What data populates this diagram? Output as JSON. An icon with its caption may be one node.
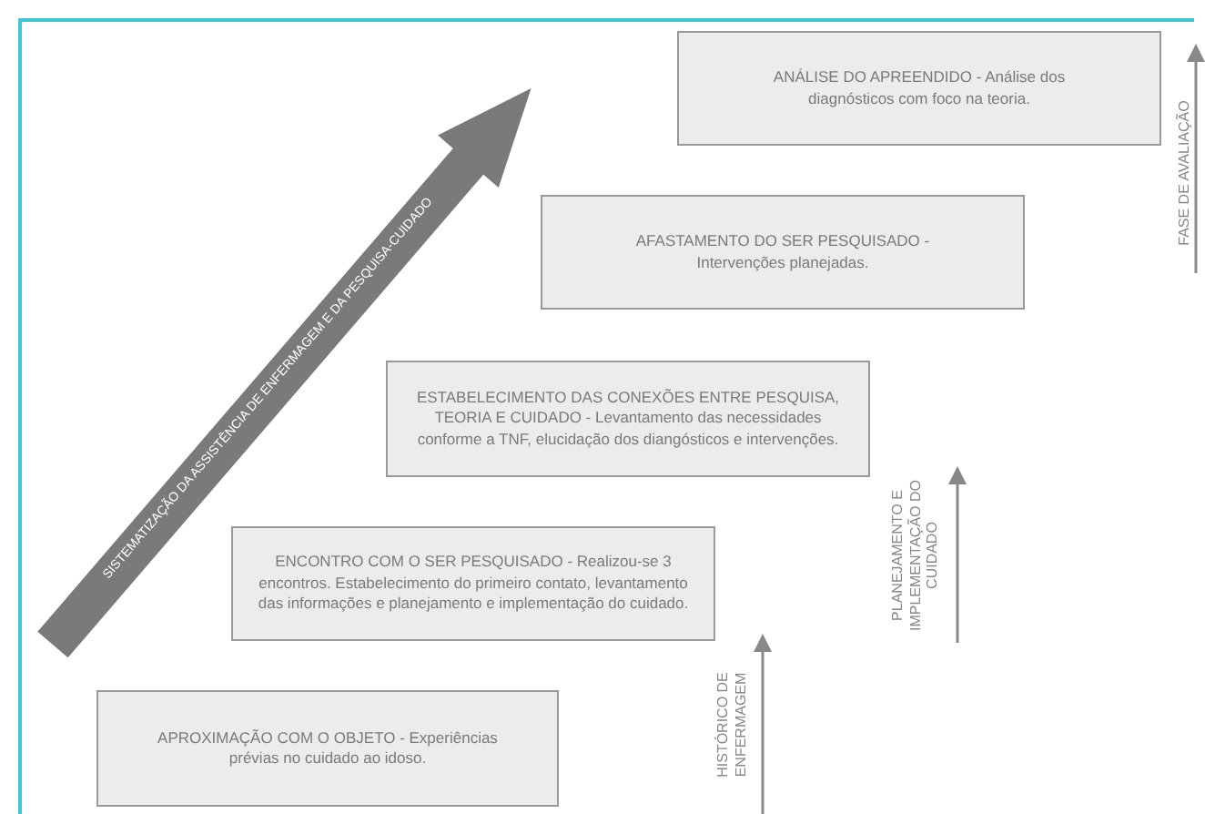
{
  "diagram": {
    "nodes": [
      {
        "text": [
          "ANÁLISE DO APREENDIDO - Análise dos diagnósticos com foco na teoria."
        ]
      },
      {
        "text": [
          "AFASTAMENTO DO SER PESQUISADO - Intervenções planejadas."
        ]
      },
      {
        "text": [
          "ESTABELECIMENTO DAS CONEXÕES ENTRE PESQUISA, TEORIA E CUIDADO - Levantamento das necessidades conforme a TNF, elucidação dos diangósticos e intervenções."
        ]
      },
      {
        "text": [
          "ENCONTRO COM O SER PESQUISADO - Realizou-se 3 encontros. Estabelecimento do primeiro contato, levantamento das informações e planejamento e implementação do cuidado."
        ]
      },
      {
        "text": [
          "APROXIMAÇÃO COM O OBJETO - Experiências prévias no cuidado ao idoso."
        ]
      }
    ],
    "labels": [
      "SISTEMATIZAÇÃO DA ASSISTÊNCIA DE ENFERMAGEM E DA PESQUISA-CUIDADO",
      "FASE DE AVALIAÇÃO",
      "PLANEJAMENTO E IMPLEMENTAÇÃO DO CUIDADO",
      "HISTÓRICO DE ENFERMAGEM"
    ]
  }
}
